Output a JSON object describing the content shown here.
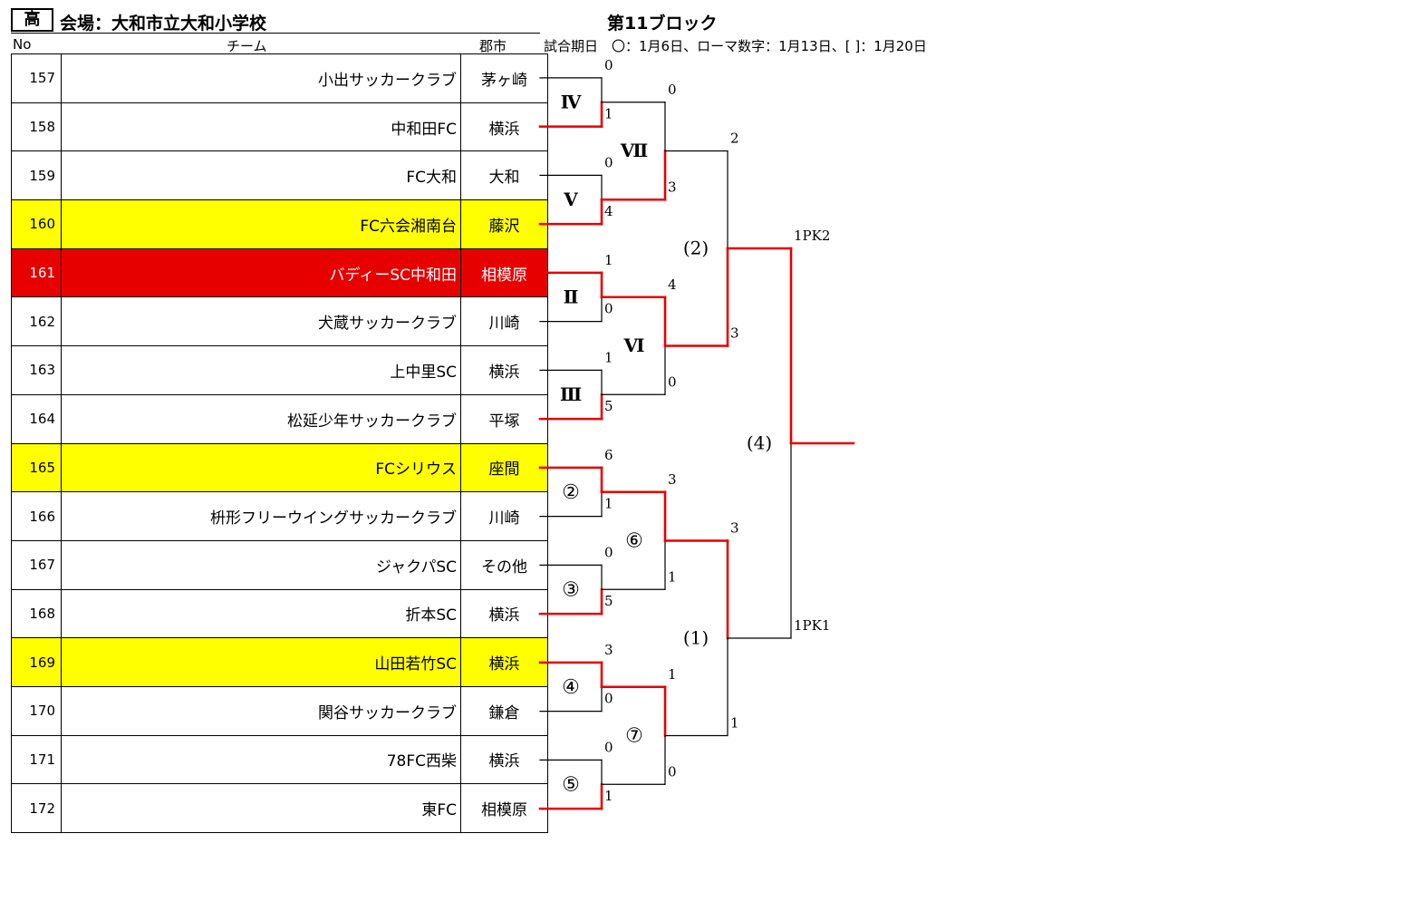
{
  "header": {
    "level": "高",
    "venue": "会場：大和市立大和小学校",
    "block": "第11ブロック",
    "col_no": "No",
    "col_team": "チーム",
    "col_city": "郡市",
    "legend": "試合期日　〇：1月6日、ローマ数字：1月13日、[ ]：1月20日"
  },
  "colors": {
    "highlight_yellow": "#ffff00",
    "highlight_red": "#e60000",
    "winner_line": "#e60000"
  },
  "teams": [
    {
      "no": "157",
      "name": "小出サッカークラブ",
      "city": "茅ヶ崎",
      "hl": ""
    },
    {
      "no": "158",
      "name": "中和田FC",
      "city": "横浜",
      "hl": ""
    },
    {
      "no": "159",
      "name": "FC大和",
      "city": "大和",
      "hl": ""
    },
    {
      "no": "160",
      "name": "FC六会湘南台",
      "city": "藤沢",
      "hl": "yellow"
    },
    {
      "no": "161",
      "name": "バディーSC中和田",
      "city": "相模原",
      "hl": "red"
    },
    {
      "no": "162",
      "name": "犬蔵サッカークラブ",
      "city": "川崎",
      "hl": ""
    },
    {
      "no": "163",
      "name": "上中里SC",
      "city": "横浜",
      "hl": ""
    },
    {
      "no": "164",
      "name": "松延少年サッカークラブ",
      "city": "平塚",
      "hl": ""
    },
    {
      "no": "165",
      "name": "FCシリウス",
      "city": "座間",
      "hl": "yellow"
    },
    {
      "no": "166",
      "name": "枡形フリーウイングサッカークラブ",
      "city": "川崎",
      "hl": ""
    },
    {
      "no": "167",
      "name": "ジャクパSC",
      "city": "その他",
      "hl": ""
    },
    {
      "no": "168",
      "name": "折本SC",
      "city": "横浜",
      "hl": ""
    },
    {
      "no": "169",
      "name": "山田若竹SC",
      "city": "横浜",
      "hl": "yellow"
    },
    {
      "no": "170",
      "name": "関谷サッカークラブ",
      "city": "鎌倉",
      "hl": ""
    },
    {
      "no": "171",
      "name": "78FC西柴",
      "city": "横浜",
      "hl": ""
    },
    {
      "no": "172",
      "name": "東FC",
      "city": "相模原",
      "hl": ""
    }
  ],
  "bracket": {
    "round1": [
      {
        "label": "Ⅳ",
        "scores": [
          "0",
          "1"
        ],
        "winner": 1
      },
      {
        "label": "Ⅴ",
        "scores": [
          "0",
          "4"
        ],
        "winner": 1
      },
      {
        "label": "Ⅱ",
        "scores": [
          "1",
          "0"
        ],
        "winner": 0
      },
      {
        "label": "Ⅲ",
        "scores": [
          "1",
          "5"
        ],
        "winner": 1
      },
      {
        "label": "②",
        "scores": [
          "6",
          "1"
        ],
        "winner": 0
      },
      {
        "label": "③",
        "scores": [
          "0",
          "5"
        ],
        "winner": 1
      },
      {
        "label": "④",
        "scores": [
          "3",
          "0"
        ],
        "winner": 0
      },
      {
        "label": "⑤",
        "scores": [
          "0",
          "1"
        ],
        "winner": 1
      }
    ],
    "round2": [
      {
        "label": "Ⅶ",
        "scores": [
          "0",
          "3"
        ],
        "winner": 1
      },
      {
        "label": "Ⅵ",
        "scores": [
          "4",
          "0"
        ],
        "winner": 0
      },
      {
        "label": "⑥",
        "scores": [
          "3",
          "1"
        ],
        "winner": 0
      },
      {
        "label": "⑦",
        "scores": [
          "1",
          "0"
        ],
        "winner": 0
      }
    ],
    "round3": [
      {
        "label": "(2)",
        "scores": [
          "2",
          "3"
        ],
        "winner": 1
      },
      {
        "label": "(1)",
        "scores": [
          "3",
          "1"
        ],
        "winner": 0
      }
    ],
    "final": {
      "label": "(4)",
      "scores": [
        "1PK2",
        "1PK1"
      ],
      "winner": 0
    }
  }
}
